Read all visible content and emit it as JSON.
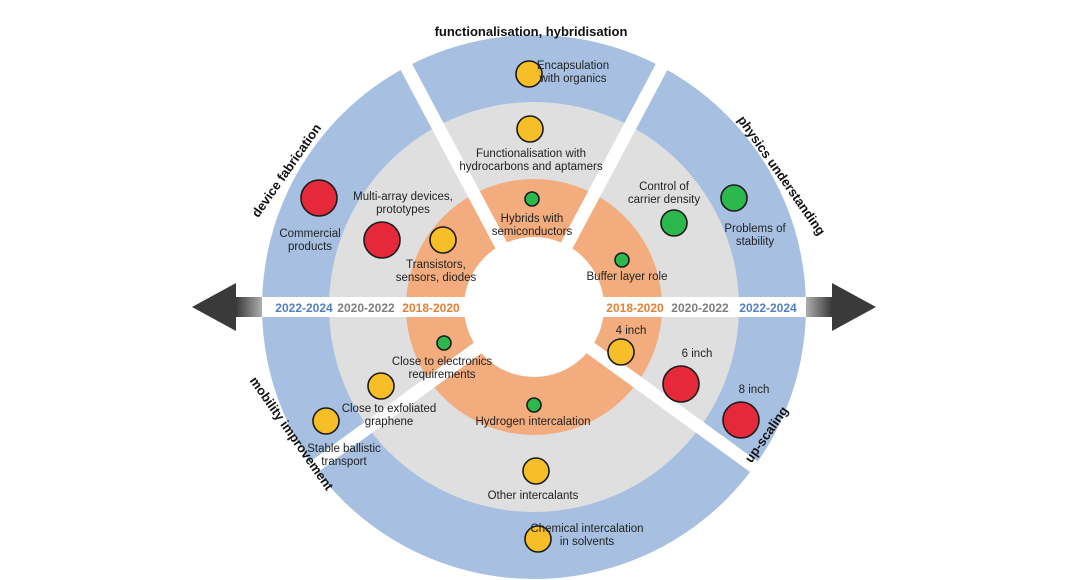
{
  "colors": {
    "outer_ring": "#a7c0e2",
    "middle_ring": "#dfdfdf",
    "inner_ring": "#f2ac7d",
    "center": "#ffffff",
    "red": "#e5283a",
    "yellow": "#f6bf27",
    "green": "#2db84d",
    "year_outer": "#4f7fc0",
    "year_middle": "#7d7d7d",
    "year_inner": "#e57f33"
  },
  "sectors": [
    {
      "id": "functionalisation",
      "label": "functionalisation, hybridisation"
    },
    {
      "id": "physics",
      "label": "physics understanding"
    },
    {
      "id": "upscaling",
      "label": "up-scaling"
    },
    {
      "id": "mobility",
      "label": "mobility improvement"
    },
    {
      "id": "fabrication",
      "label": "device fabrication"
    }
  ],
  "years": {
    "left_outer": "2022-2024",
    "left_middle": "2020-2022",
    "left_inner": "2018-2020",
    "right_inner": "2018-2020",
    "right_middle": "2020-2022",
    "right_outer": "2022-2024"
  },
  "items": [
    {
      "id": "encapsulation",
      "lines": [
        "Encapsulation",
        "with organics"
      ],
      "status": "yellow"
    },
    {
      "id": "functionalisation-hydrocarbons",
      "lines": [
        "Functionalisation with",
        "hydrocarbons and aptamers"
      ],
      "status": "yellow"
    },
    {
      "id": "hybrids",
      "lines": [
        "Hybrids with",
        "semiconductors"
      ],
      "status": "green"
    },
    {
      "id": "carrier-density",
      "lines": [
        "Control of",
        "carrier density"
      ],
      "status": "green"
    },
    {
      "id": "stability",
      "lines": [
        "Problems of",
        "stability"
      ],
      "status": "green"
    },
    {
      "id": "buffer-layer",
      "lines": [
        "Buffer layer role"
      ],
      "status": "green"
    },
    {
      "id": "4-inch",
      "lines": [
        "4 inch"
      ],
      "status": "yellow"
    },
    {
      "id": "6-inch",
      "lines": [
        "6 inch"
      ],
      "status": "red"
    },
    {
      "id": "8-inch",
      "lines": [
        "8 inch"
      ],
      "status": "red"
    },
    {
      "id": "hydrogen-intercalation",
      "lines": [
        "Hydrogen intercalation"
      ],
      "status": "green"
    },
    {
      "id": "other-intercalants",
      "lines": [
        "Other intercalants"
      ],
      "status": "yellow"
    },
    {
      "id": "chemical-intercalation",
      "lines": [
        "Chemical intercalation",
        "in solvents"
      ],
      "status": "yellow"
    },
    {
      "id": "electronics-requirements",
      "lines": [
        "Close to electronics",
        "requirements"
      ],
      "status": "green"
    },
    {
      "id": "exfoliated-graphene",
      "lines": [
        "Close to exfoliated",
        "graphene"
      ],
      "status": "yellow"
    },
    {
      "id": "ballistic-transport",
      "lines": [
        "Stable ballistic",
        "transport"
      ],
      "status": "yellow"
    },
    {
      "id": "transistors",
      "lines": [
        "Transistors,",
        "sensors, diodes"
      ],
      "status": "yellow"
    },
    {
      "id": "multi-array",
      "lines": [
        "Multi-array devices,",
        "prototypes"
      ],
      "status": "red"
    },
    {
      "id": "commercial",
      "lines": [
        "Commercial",
        "products"
      ],
      "status": "red"
    }
  ]
}
